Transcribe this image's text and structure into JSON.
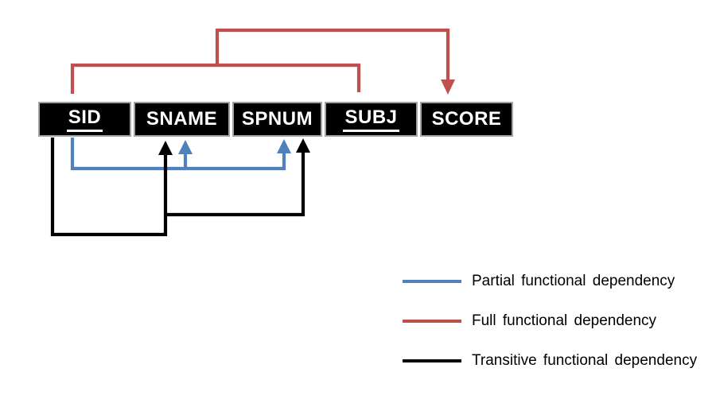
{
  "colors": {
    "partial": "#4F81BD",
    "full": "#C0504D",
    "transitive": "#000000"
  },
  "table": {
    "columns": [
      {
        "label": "SID",
        "underlined": true
      },
      {
        "label": "SNAME",
        "underlined": false
      },
      {
        "label": "SPNUM",
        "underlined": false
      },
      {
        "label": "SUBJ",
        "underlined": true
      },
      {
        "label": "SCORE",
        "underlined": false
      }
    ]
  },
  "arrows": {
    "full": {
      "from": [
        "SID",
        "SUBJ"
      ],
      "to": [
        "SCORE"
      ]
    },
    "partial": {
      "from": [
        "SID"
      ],
      "to": [
        "SNAME",
        "SPNUM"
      ]
    },
    "transitive": {
      "from": [
        "SID"
      ],
      "to": [
        "SNAME",
        "SPNUM"
      ]
    }
  },
  "legend": {
    "items": [
      {
        "label": "Partial functional dependency",
        "color": "#4F81BD"
      },
      {
        "label": "Full functional dependency",
        "color": "#C0504D"
      },
      {
        "label": "Transitive functional dependency",
        "color": "#000000"
      }
    ]
  }
}
